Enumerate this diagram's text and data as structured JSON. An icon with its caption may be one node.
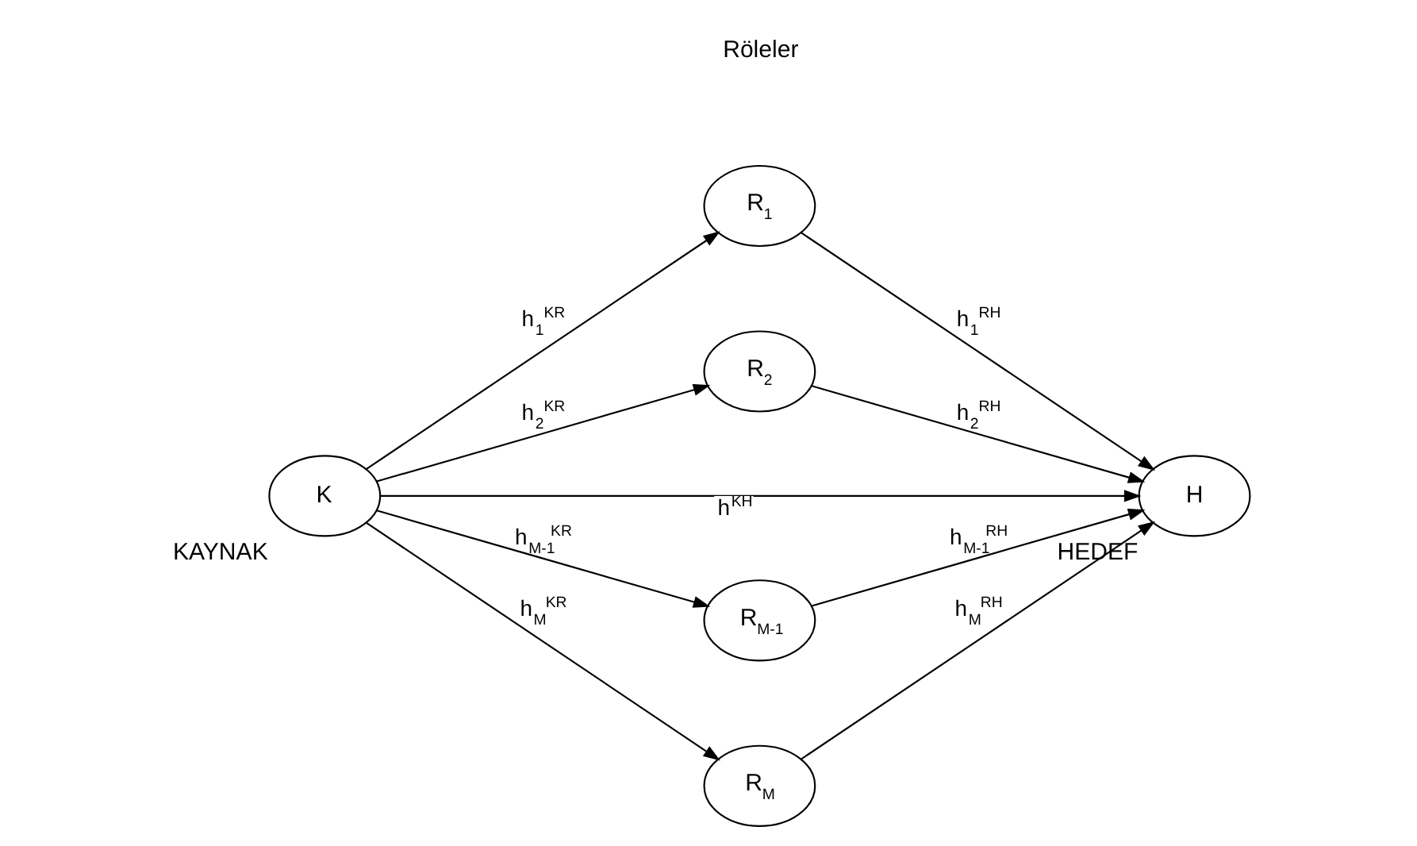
{
  "diagram": {
    "nodes": [
      {
        "text": [
          "K"
        ],
        "beside": [
          "KAYNAK"
        ]
      },
      {
        "text": [
          "R$_{1}$"
        ]
      },
      {
        "text": [
          "R$_{2}$"
        ]
      },
      {
        "text": [
          "R$_{M-1}$"
        ]
      },
      {
        "text": [
          "R$_{M}$"
        ]
      },
      {
        "text": [
          "H"
        ],
        "beside": [
          "HEDEF"
        ]
      }
    ],
    "edges": [
      {
        "from": 0,
        "to": 1,
        "arrow": "to",
        "label": "h$_{1}$$^{KR}$"
      },
      {
        "from": 0,
        "to": 2,
        "arrow": "to",
        "label": "h$_{2}$$^{KR}$"
      },
      {
        "from": 0,
        "to": 5,
        "arrow": "to",
        "label": "h$^{KH}$"
      },
      {
        "from": 0,
        "to": 3,
        "arrow": "to",
        "label": "h$_{M-1}$$^{KR}$"
      },
      {
        "from": 0,
        "to": 4,
        "arrow": "to",
        "label": "h$_{M}$$^{KR}$"
      },
      {
        "from": 1,
        "to": 5,
        "arrow": "to",
        "label": "h$_{1}$$^{RH}$"
      },
      {
        "from": 2,
        "to": 5,
        "arrow": "to",
        "label": "h$_{2}$$^{RH}$"
      },
      {
        "from": 3,
        "to": 5,
        "arrow": "to",
        "label": "h$_{M-1}$$^{RH}$"
      },
      {
        "from": 4,
        "to": 5,
        "arrow": "to",
        "label": "h$_{M}$$^{RH}$"
      }
    ],
    "labels": [
      "Röleler"
    ]
  }
}
